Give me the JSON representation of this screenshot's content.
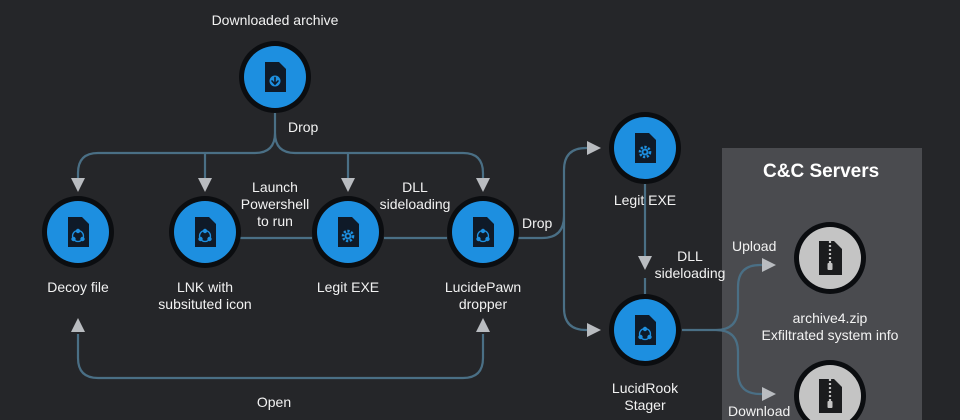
{
  "colors": {
    "background": "#252629",
    "node_fill": "#1d8fe0",
    "node_ring": "#0b0d10",
    "node_glyph": "#0f1a28",
    "connector": "#4a6f85",
    "arrow": "#b9bcc0",
    "cc_panel": "#4a4b4f",
    "server_fill": "#c4c4c4",
    "server_ring": "#0b0d10"
  },
  "nodes": {
    "archive": {
      "label": "Downloaded archive",
      "icon": "download-file-icon"
    },
    "decoy": {
      "label": "Decoy file",
      "icon": "biohazard-file-icon"
    },
    "lnk": {
      "label_line1": "LNK with",
      "label_line2": "subsituted icon",
      "icon": "biohazard-file-icon"
    },
    "legit_exe_1": {
      "label": "Legit EXE",
      "icon": "gear-file-icon"
    },
    "lucidepawn": {
      "label_line1": "LucidePawn",
      "label_line2": "dropper",
      "icon": "biohazard-file-icon"
    },
    "legit_exe_2": {
      "label": "Legit EXE",
      "icon": "gear-file-icon"
    },
    "lucidrook": {
      "label_line1": "LucidRook",
      "label_line2": "Stager",
      "icon": "biohazard-file-icon"
    }
  },
  "edges": {
    "drop_top": "Drop",
    "launch_line1": "Launch",
    "launch_line2": "Powershell",
    "launch_line3": "to run",
    "dll_line1": "DLL",
    "dll_line2": "sideloading",
    "drop_right": "Drop",
    "dll2_line1": "DLL",
    "dll2_line2": "sideloading",
    "open": "Open",
    "upload": "Upload",
    "download": "Download"
  },
  "cc": {
    "title": "C&C Servers",
    "archive_label": "archive4.zip",
    "exfil_label": "Exfiltrated system info",
    "icon": "zip-file-icon"
  }
}
